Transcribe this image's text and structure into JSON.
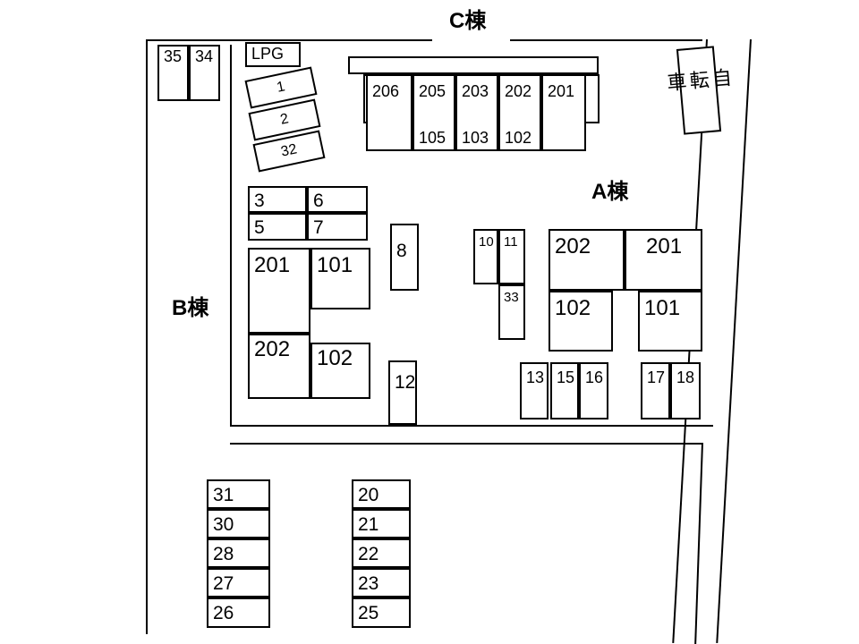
{
  "buildings": {
    "a": {
      "label": "A棟"
    },
    "b": {
      "label": "B棟"
    },
    "c": {
      "label": "C棟"
    }
  },
  "facilities": {
    "lpg": {
      "label": "LPG"
    },
    "bicycle": {
      "label": "自転車"
    }
  },
  "building_c": {
    "units_upper": [
      "206",
      "205",
      "203",
      "202",
      "201"
    ],
    "units_lower": [
      "",
      "105",
      "103",
      "102",
      ""
    ]
  },
  "building_b": {
    "units": [
      "201",
      "101",
      "202",
      "102"
    ]
  },
  "building_a": {
    "units": [
      "202",
      "201",
      "102",
      "101"
    ]
  },
  "parking": {
    "top_left_pair": [
      "35",
      "34"
    ],
    "angled": [
      "1",
      "2",
      "32"
    ],
    "grid_b": [
      "3",
      "6",
      "5",
      "7"
    ],
    "single_8": "8",
    "single_12": "12",
    "pair_10_11": [
      "10",
      "11"
    ],
    "single_33": "33",
    "row_13_15_16": [
      "13",
      "15",
      "16"
    ],
    "row_17_18": [
      "17",
      "18"
    ],
    "column_left": [
      "31",
      "30",
      "28",
      "27",
      "26"
    ],
    "column_right": [
      "20",
      "21",
      "22",
      "23",
      "25"
    ]
  },
  "colors": {
    "ink": "#000000",
    "paper": "#ffffff"
  }
}
